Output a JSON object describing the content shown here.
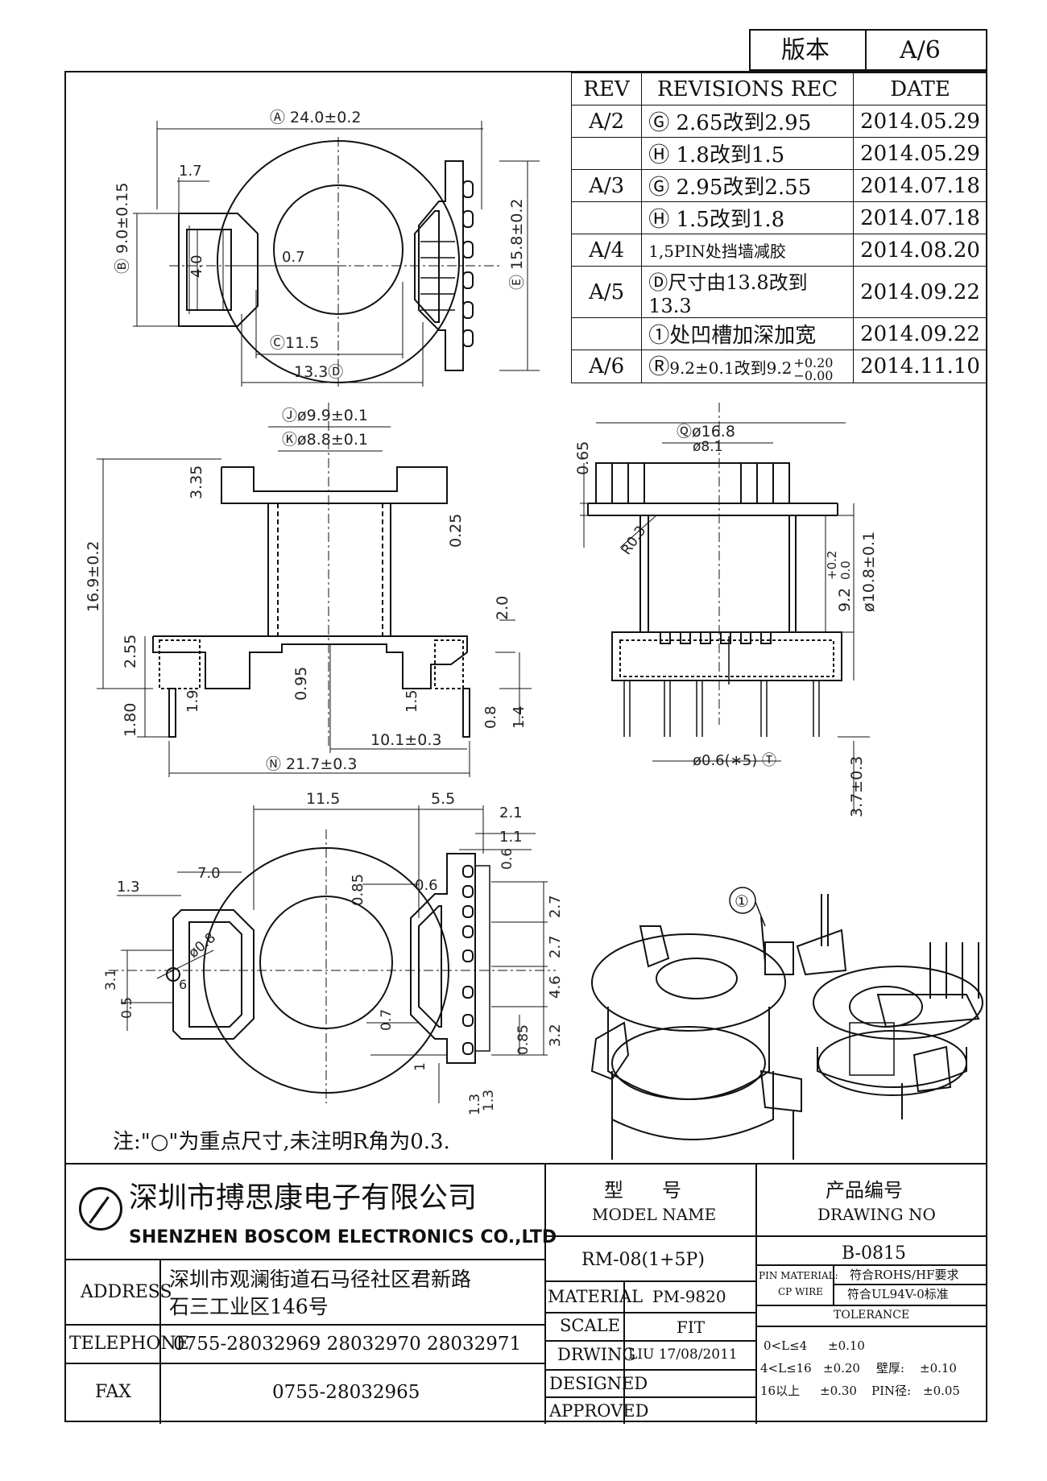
{
  "version_box": {
    "label": "版本",
    "value": "A/6"
  },
  "revisions": {
    "headers": {
      "rev": "REV",
      "rec": "REVISIONS REC",
      "date": "DATE"
    },
    "rows": [
      {
        "rev": "A/2",
        "mark": "Ⓖ",
        "text": "2.65改到2.95",
        "date": "2014.05.29"
      },
      {
        "rev": "",
        "mark": "Ⓗ",
        "text": "1.8改到1.5",
        "date": "2014.05.29"
      },
      {
        "rev": "A/3",
        "mark": "Ⓖ",
        "text": "2.95改到2.55",
        "date": "2014.07.18"
      },
      {
        "rev": "",
        "mark": "Ⓗ",
        "text": "1.5改到1.8",
        "date": "2014.07.18"
      },
      {
        "rev": "A/4",
        "mark": "",
        "text": "1,5PIN处挡墙减胶",
        "date": "2014.08.20"
      },
      {
        "rev": "A/5",
        "mark": "Ⓓ",
        "text": "尺寸由13.8改到13.3",
        "date": "2014.09.22"
      },
      {
        "rev": "",
        "mark": "①",
        "text": "处凹槽加深加宽",
        "date": "2014.09.22"
      },
      {
        "rev": "A/6",
        "mark": "Ⓡ",
        "text": "9.2±0.1改到9.2",
        "tol_up": "+0.20",
        "tol_down": "−0.00",
        "date": "2014.11.10"
      }
    ]
  },
  "top_view": {
    "dims": {
      "A": "Ⓐ 24.0±0.2",
      "B": "Ⓑ 9.0±0.15",
      "C": "Ⓒ11.5",
      "D": "13.3Ⓓ",
      "E": "Ⓔ 15.8±0.2",
      "d17": "1.7",
      "d40": "4.0",
      "d07": "0.7"
    }
  },
  "side_view": {
    "dims": {
      "J": "Ⓙø9.9±0.1",
      "K": "Ⓚø8.8±0.1",
      "I": "3.35",
      "d025": "0.25",
      "F": "16.9±0.2",
      "G": "2.55",
      "L": "2.0",
      "H": "1.80",
      "d19": "1.9",
      "O": "0.95",
      "d15": "1.5",
      "d08": "0.8",
      "d14": "1.4",
      "d101": "10.1±0.3",
      "N": "Ⓝ 21.7±0.3"
    }
  },
  "front_view": {
    "dims": {
      "P": "0.65",
      "Q": "Ⓠø16.8",
      "Qb": "ø8.1",
      "R03": "R0.3",
      "R": "9.2",
      "R_up": "+0.2",
      "R_dn": "0.0",
      "S": "ø10.8±0.1",
      "T": "ø0.6(∗5) Ⓣ",
      "d37": "3.7±0.3"
    }
  },
  "bottom_view": {
    "dims": {
      "V1": "11.5",
      "V2": "5.5",
      "d21": "2.1",
      "d11": "1.1",
      "d06": "0.6",
      "d085": "0.85",
      "d06b": "0.6",
      "d27a": "2.7",
      "d27b": "2.7",
      "d46": "4.6",
      "d32": "3.2",
      "d085b": "0.85",
      "d13": "1.3",
      "d70": "7.0",
      "d13b": "1.3",
      "d08": "ø0.8",
      "d31": "3.1",
      "d05": "0.5",
      "d6": "6",
      "d07": "0.7",
      "d1": "1",
      "d13c": "1.3"
    }
  },
  "callout": "①",
  "note": "注:\"○\"为重点尺寸,未注明R角为0.3.",
  "company": {
    "name_cn": "深圳市搏思康电子有限公司",
    "name_en": "SHENZHEN BOSCOM ELECTRONICS CO.,LTD"
  },
  "address": {
    "label": "ADDRESS",
    "line1": "深圳市观澜街道石马径社区君新路",
    "line2": "石三工业区146号"
  },
  "telephone": {
    "label": "TELEPHONE",
    "value": "0755-28032969 28032970 28032971"
  },
  "fax": {
    "label": "FAX",
    "value": "0755-28032965"
  },
  "model": {
    "label_cn": "型　　号",
    "label_en": "MODEL NAME",
    "value": "RM-08(1+5P)"
  },
  "drawing": {
    "label_cn": "产品编号",
    "label_en": "DRAWING NO",
    "value": "B-0815"
  },
  "material": {
    "label": "MATERIAL",
    "value": "PM-9820"
  },
  "scale": {
    "label": "SCALE",
    "value": "FIT"
  },
  "drwing": {
    "label": "DRWING",
    "value": "LIU 17/08/2011"
  },
  "designed": {
    "label": "DESIGNED"
  },
  "approved": {
    "label": "APPROVED"
  },
  "pin_material": {
    "label1": "PIN MATERIAL:",
    "label2": "CP WIRE",
    "v1": "符合ROHS/HF要求",
    "v2": "符合UL94V-0标准"
  },
  "tolerance": {
    "label": "TOLERANCE",
    "r1a": "0<L≤4",
    "r1b": "±0.10",
    "r2a": "4<L≤16",
    "r2b": "±0.20",
    "r2c": "壁厚:",
    "r2d": "±0.10",
    "r3a": "16以上",
    "r3b": "±0.30",
    "r3c": "PIN径:",
    "r3d": "±0.05"
  }
}
